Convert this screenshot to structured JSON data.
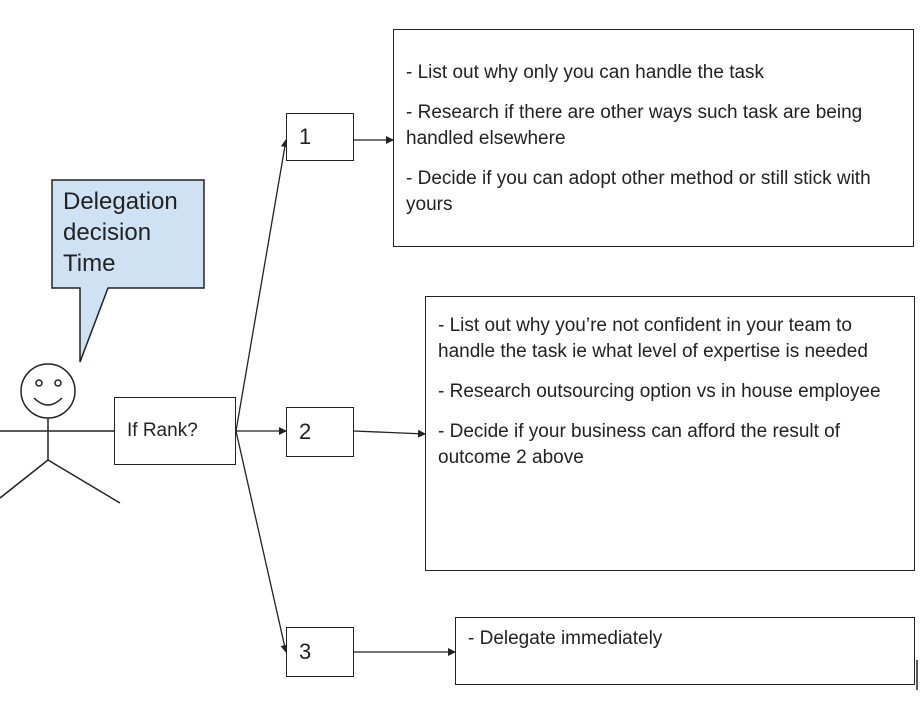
{
  "speech_bubble": {
    "lines": [
      "Delegation",
      "decision",
      "Time"
    ],
    "fill": "#cfe2f3"
  },
  "decision_box": {
    "label": "If Rank?"
  },
  "branches": [
    {
      "number": "1",
      "items": [
        "- List out why only you can handle the task",
        "- Research if there are other ways such task are being handled elsewhere",
        "- Decide if you can adopt other method or still stick with yours"
      ]
    },
    {
      "number": "2",
      "items": [
        "- List out why you’re not confident in your team to handle the task ie what level of expertise is needed",
        "- Research outsourcing option vs in house employee",
        "- Decide if your business can afford the result of outcome 2 above"
      ]
    },
    {
      "number": "3",
      "items": [
        "- Delegate immediately"
      ]
    }
  ]
}
